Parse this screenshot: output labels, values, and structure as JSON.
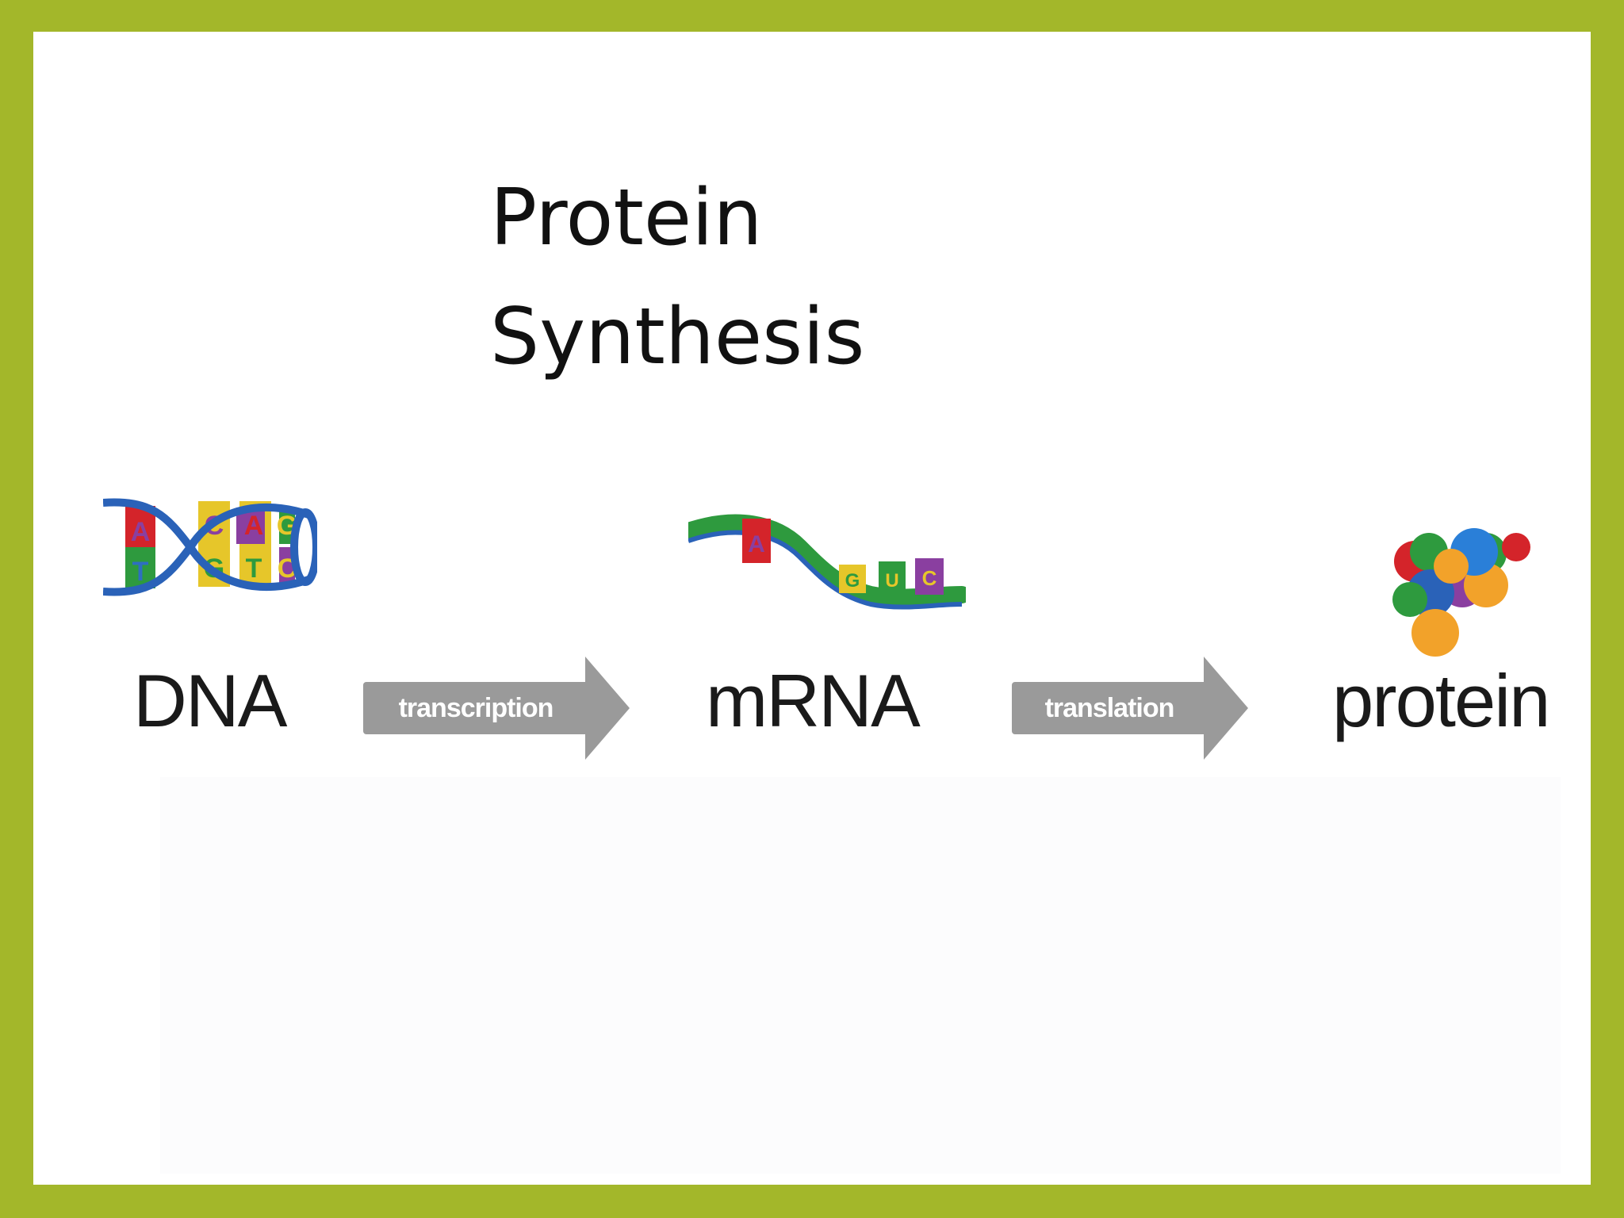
{
  "slide": {
    "title_line1": "Protein",
    "title_line2": "Synthesis"
  },
  "diagram": {
    "steps": [
      {
        "label": "DNA",
        "icon": "dna-double-helix-icon"
      },
      {
        "label": "mRNA",
        "icon": "mrna-strand-icon"
      },
      {
        "label": "protein",
        "icon": "protein-molecule-icon"
      }
    ],
    "arrows": [
      {
        "label": "transcription"
      },
      {
        "label": "translation"
      }
    ],
    "dna_bases_top": [
      "A",
      "C",
      "A",
      "G"
    ],
    "dna_bases_bottom": [
      "T",
      "G",
      "T",
      "C"
    ],
    "mrna_bases": [
      "A",
      "G",
      "U",
      "C"
    ]
  },
  "colors": {
    "border": "#a3b72a",
    "background": "#ffffff",
    "arrow": "#9a9a9a",
    "text": "#111111"
  }
}
